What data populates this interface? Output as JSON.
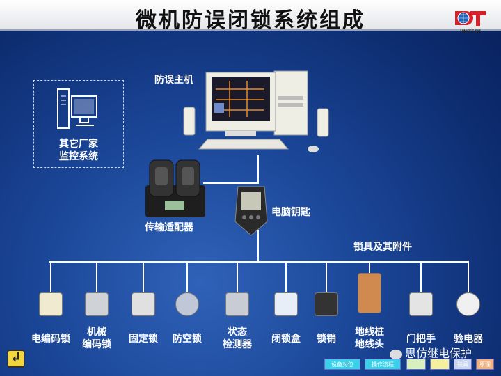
{
  "title": "微机防误闭锁系统组成",
  "logo": {
    "text": "UNITECH",
    "colors": {
      "red": "#d3232a",
      "globe": "#1e63b8"
    }
  },
  "labels": {
    "host": "防误主机",
    "other_system_1": "其它厂家",
    "other_system_2": "监控系统",
    "adapter": "传输适配器",
    "key": "电脑钥匙",
    "locks_group": "锁具及其附件"
  },
  "items": [
    {
      "l1": "电编码锁",
      "l2": ""
    },
    {
      "l1": "机械",
      "l2": "编码锁"
    },
    {
      "l1": "固定锁",
      "l2": ""
    },
    {
      "l1": "防空锁",
      "l2": ""
    },
    {
      "l1": "状态",
      "l2": "检测器"
    },
    {
      "l1": "闭锁盒",
      "l2": ""
    },
    {
      "l1": "锁销",
      "l2": ""
    },
    {
      "l1": "地线桩",
      "l2": "地线头"
    },
    {
      "l1": "门把手",
      "l2": ""
    },
    {
      "l1": "验电器",
      "l2": ""
    }
  ],
  "nav": [
    {
      "label": "设备对位",
      "color": "#3ad0e8"
    },
    {
      "label": "操作流程",
      "color": "#3ad0e8"
    },
    {
      "label": "",
      "color": "#d8f0c0"
    },
    {
      "label": "",
      "color": "#f4f0a0"
    },
    {
      "label": "锁具",
      "color": "#c8d4f0"
    },
    {
      "label": "原理",
      "color": "#f0b080"
    }
  ],
  "watermark": "思仿继电保护",
  "back_icon": "u-turn-arrow-icon"
}
